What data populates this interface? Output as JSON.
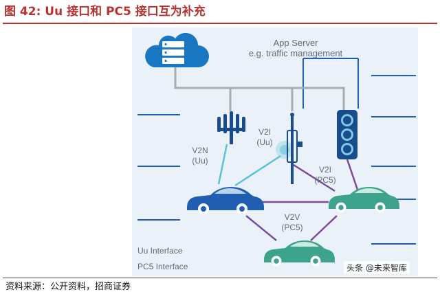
{
  "title": "图 42: Uu 接口和 PC5 接口互为补充",
  "source": "资料来源：公开资料，招商证券",
  "watermark": "头条 @未来智库",
  "server": {
    "line1": "App Server",
    "line2": "e.g. traffic management",
    "icon": "cloud-server-icon"
  },
  "labels": {
    "v2n": [
      "V2N",
      "(Uu)"
    ],
    "v2i_uu": [
      "V2I",
      "(Uu)"
    ],
    "v2i_pc5": [
      "V2I",
      "(PC5)"
    ],
    "v2v": [
      "V2V",
      "(PC5)"
    ]
  },
  "legend": {
    "uu": "Uu Interface",
    "pc5": "PC5 Interface"
  },
  "colors": {
    "title": "#b8312f",
    "uu_link": "#5bc2d6",
    "pc5_link": "#7b4b96",
    "vehicle_blue": "#1f5eb0",
    "vehicle_teal": "#3ea38c",
    "panel": "#eaf1f9"
  }
}
